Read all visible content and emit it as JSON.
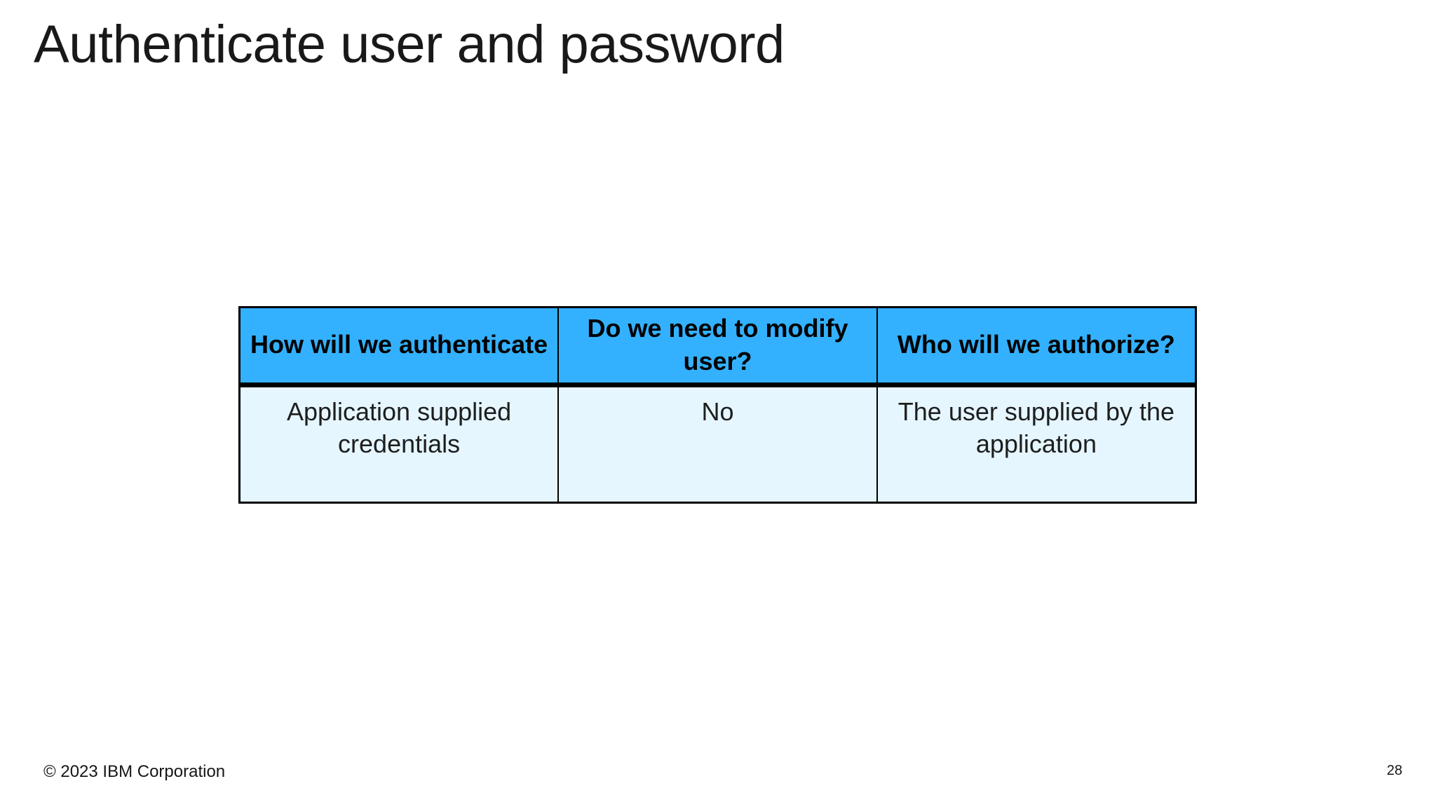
{
  "slide": {
    "title": "Authenticate user and password",
    "footer": {
      "copyright": "© 2023 IBM Corporation",
      "page_number": "28"
    }
  },
  "table": {
    "headers": [
      "How will we authenticate",
      "Do we need to modify user?",
      "Who will we authorize?"
    ],
    "rows": [
      [
        "Application supplied credentials",
        "No",
        "The user supplied by the application"
      ]
    ]
  },
  "colors": {
    "header_background": "#33b1ff",
    "body_background": "#e5f6ff",
    "border": "#000000",
    "title_text": "#191919",
    "cell_text": "#1e1e1e",
    "slide_background": "#ffffff"
  }
}
